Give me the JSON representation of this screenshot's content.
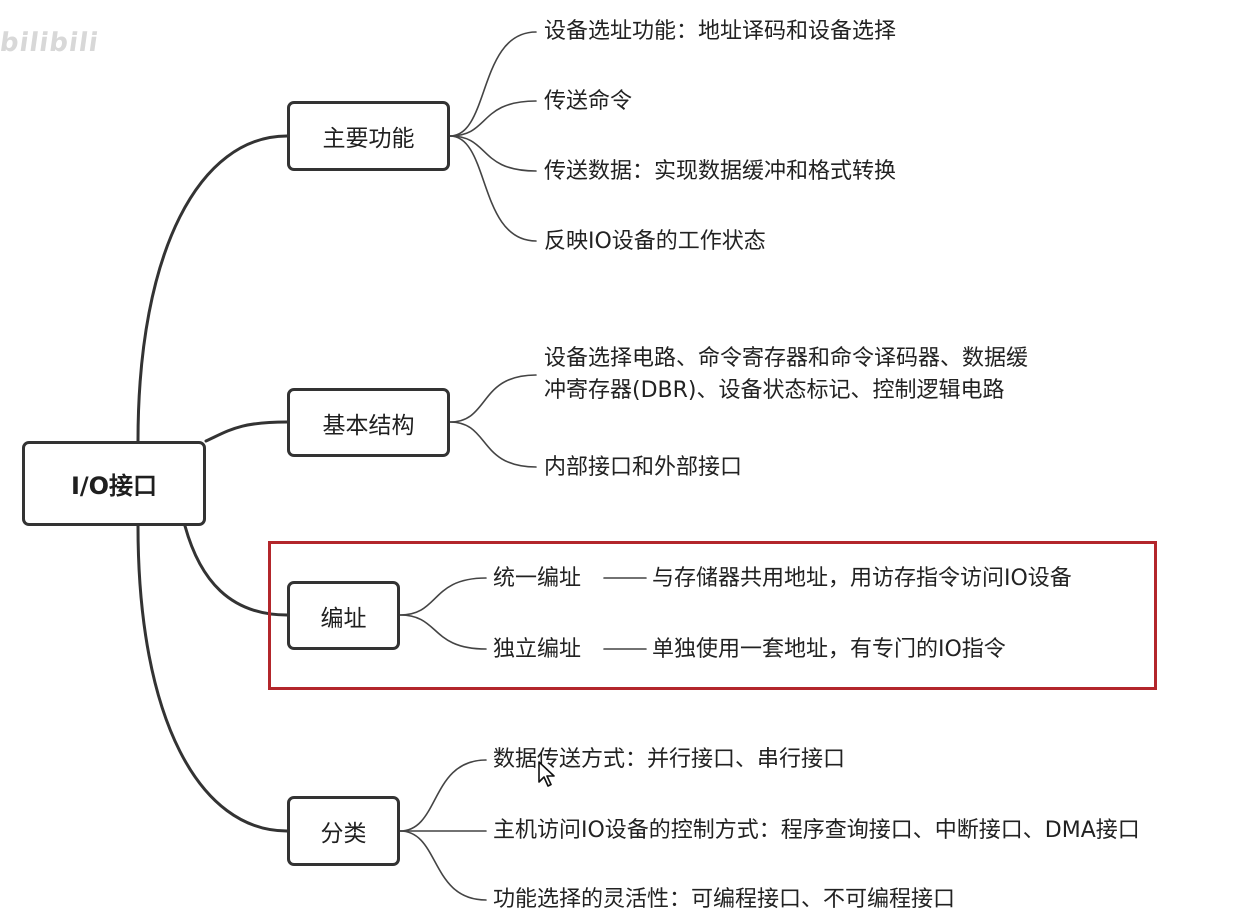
{
  "watermark": "bilibili",
  "root": {
    "label": "I/O接口"
  },
  "branches": [
    {
      "label": "主要功能",
      "items": [
        "设备选址功能：地址译码和设备选择",
        "传送命令",
        "传送数据：实现数据缓冲和格式转换",
        "反映IO设备的工作状态"
      ]
    },
    {
      "label": "基本结构",
      "items": [
        [
          "设备选择电路、命令寄存器和命令译码器、数据缓",
          "冲寄存器(DBR)、设备状态标记、控制逻辑电路"
        ],
        "内部接口和外部接口"
      ]
    },
    {
      "label": "编址",
      "items": [
        {
          "name": "统一编址",
          "detail": "与存储器共用地址，用访存指令访问IO设备"
        },
        {
          "name": "独立编址",
          "detail": "单独使用一套地址，有专门的IO指令"
        }
      ]
    },
    {
      "label": "分类",
      "items": [
        "数据传送方式：并行接口、串行接口",
        "主机访问IO设备的控制方式：程序查询接口、中断接口、DMA接口",
        "功能选择的灵活性：可编程接口、不可编程接口"
      ]
    }
  ],
  "colors": {
    "line": "#333333",
    "highlight_border": "#b3262b",
    "text": "#222222"
  }
}
